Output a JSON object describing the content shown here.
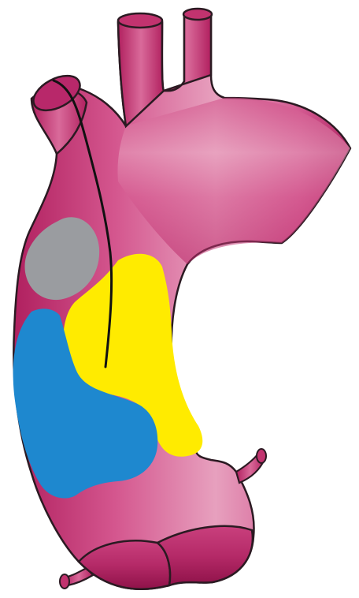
{
  "diagram": {
    "subject": "aorta-illustration",
    "colors": {
      "vessel_light": "#e9a4c0",
      "vessel_mid": "#cf4a84",
      "vessel_dark": "#a31557",
      "outline": "#2b1a22",
      "region_gray": "#9a9ca0",
      "region_yellow": "#ffeb00",
      "region_blue": "#1e88cf",
      "wire": "#111111"
    },
    "regions": [
      {
        "id": "gray",
        "color_key": "region_gray"
      },
      {
        "id": "yellow",
        "color_key": "region_yellow"
      },
      {
        "id": "blue",
        "color_key": "region_blue"
      }
    ]
  }
}
